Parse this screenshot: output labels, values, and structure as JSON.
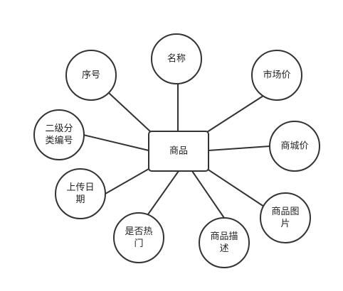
{
  "center": {
    "label": "商品"
  },
  "attributes": [
    {
      "id": "name",
      "lines": [
        "名称"
      ]
    },
    {
      "id": "index",
      "lines": [
        "序号"
      ]
    },
    {
      "id": "market-price",
      "lines": [
        "市场价"
      ]
    },
    {
      "id": "category-code",
      "lines": [
        "二级分",
        "类编号"
      ]
    },
    {
      "id": "shop-price",
      "lines": [
        "商城价"
      ]
    },
    {
      "id": "upload-date",
      "lines": [
        "上传日",
        "期"
      ]
    },
    {
      "id": "image",
      "lines": [
        "商品图",
        "片"
      ]
    },
    {
      "id": "is-hot",
      "lines": [
        "是否热",
        "门"
      ]
    },
    {
      "id": "description",
      "lines": [
        "商品描",
        "述"
      ]
    }
  ],
  "colors": {
    "stroke": "#333333",
    "fill": "#ffffff",
    "text": "#222222"
  }
}
